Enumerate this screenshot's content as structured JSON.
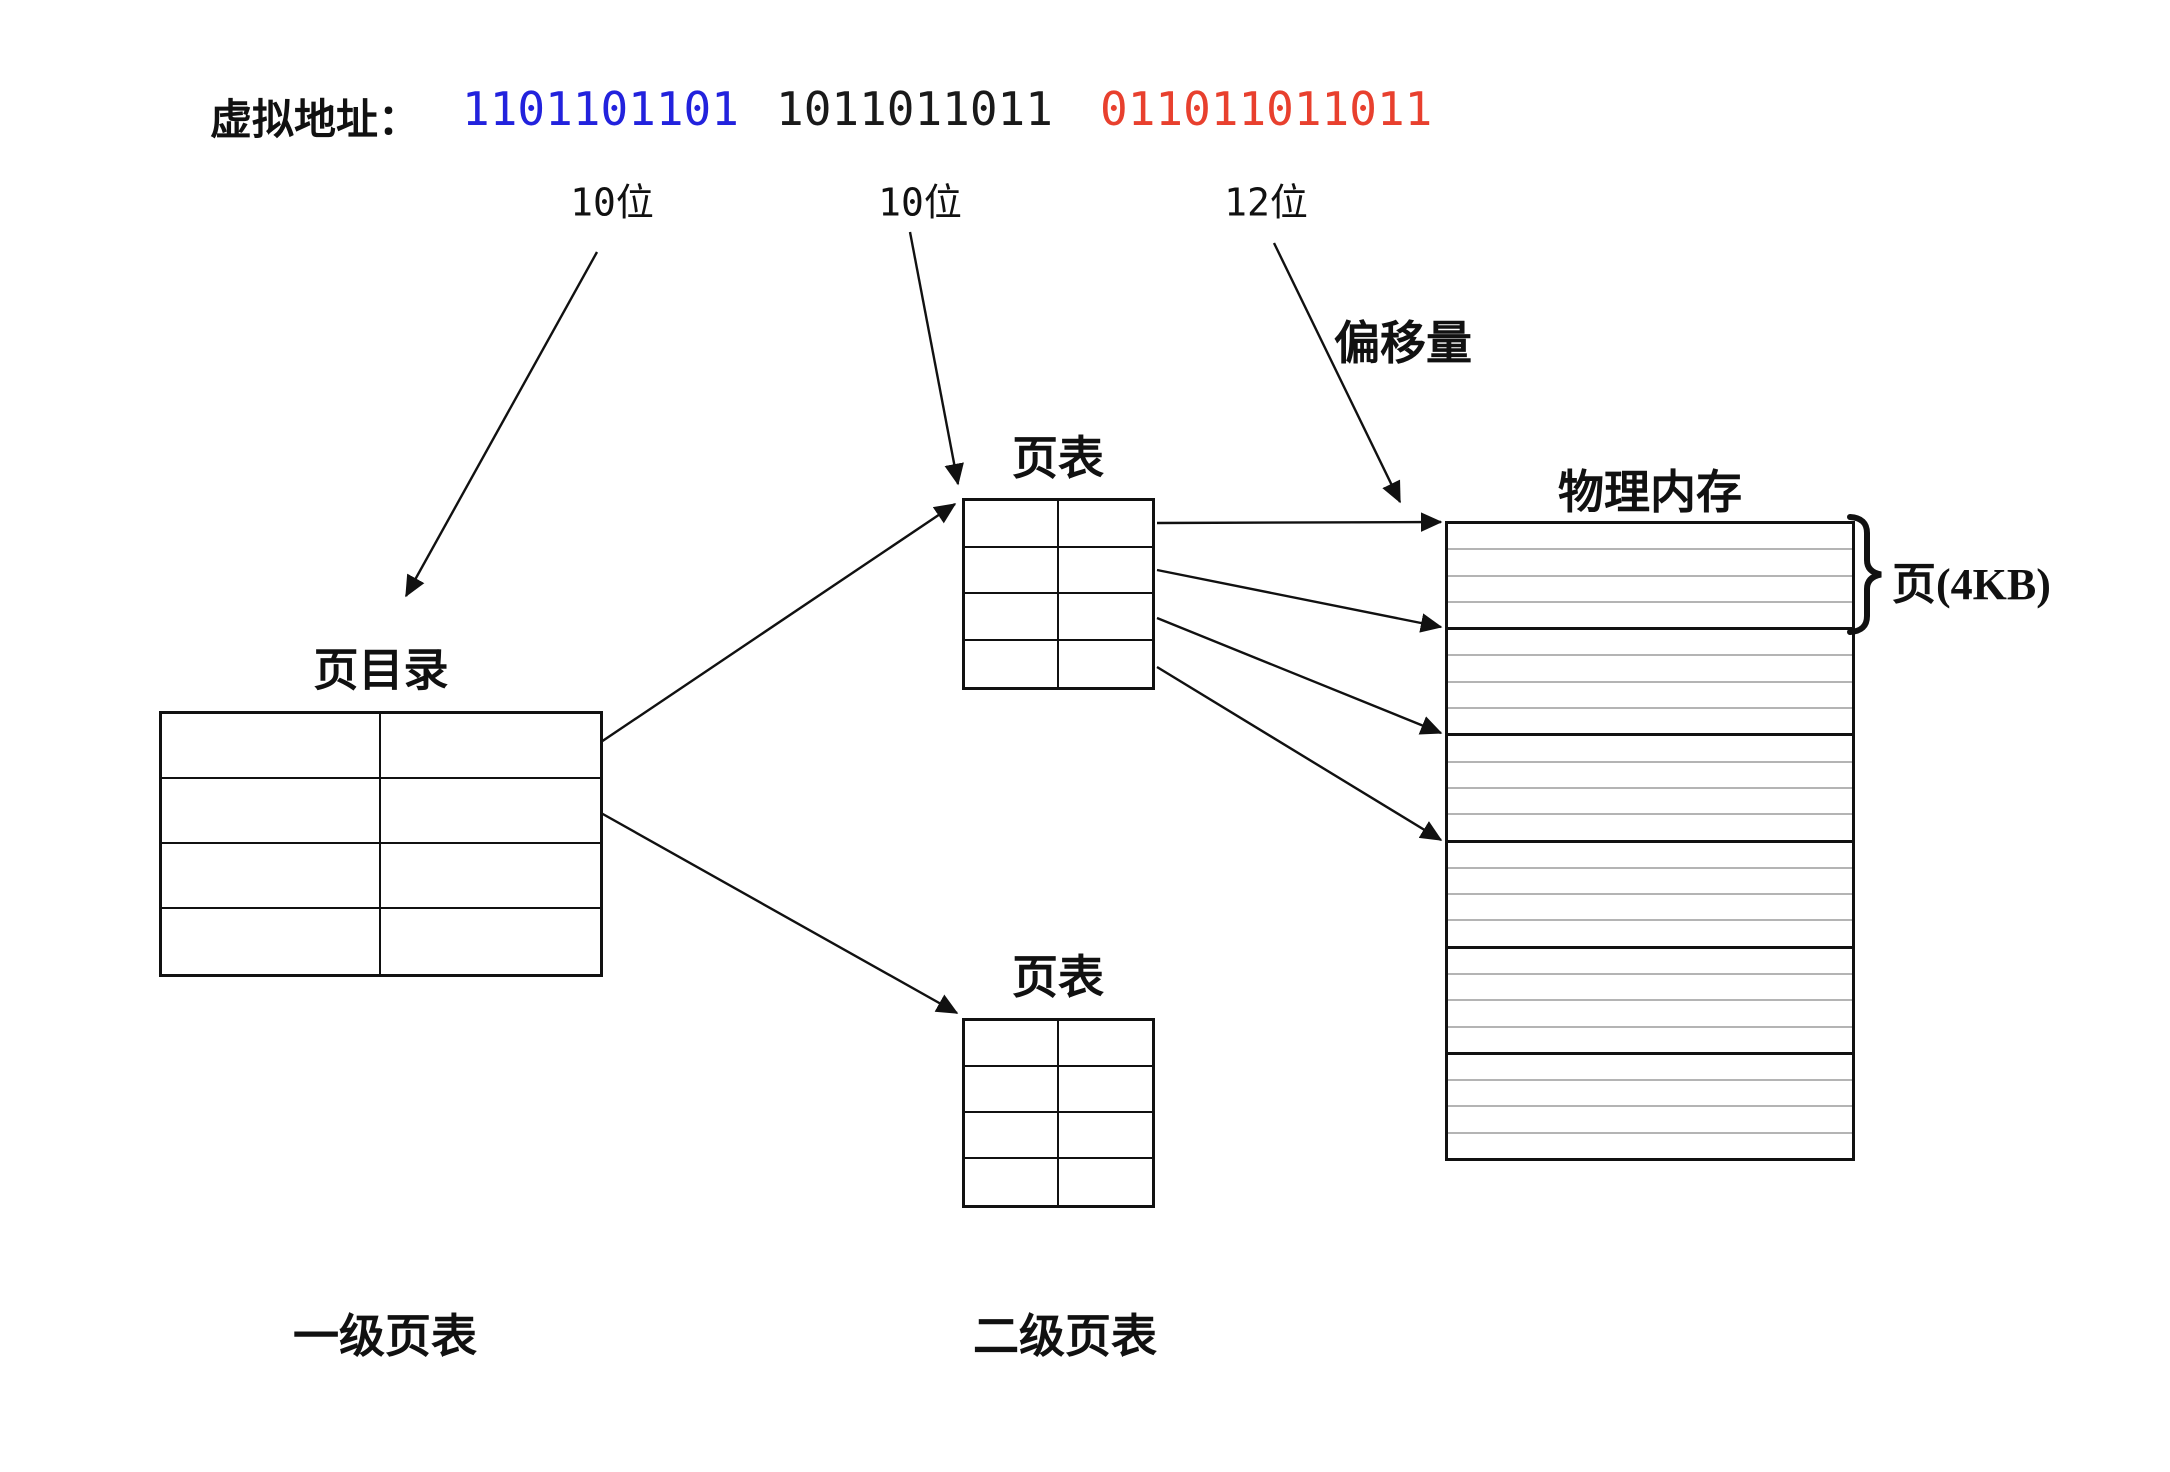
{
  "virtual_address": {
    "label": "虚拟地址：",
    "groups": [
      {
        "bits": "1101101101",
        "color": "#2222dd",
        "width_label": "10位"
      },
      {
        "bits": "1011011011",
        "color": "#1a1a1a",
        "width_label": "10位"
      },
      {
        "bits": "011011011011",
        "color": "#e8402e",
        "width_label": "12位"
      }
    ]
  },
  "offset_label": "偏移量",
  "page_directory": {
    "title": "页目录",
    "rows": 4,
    "cols": 2
  },
  "page_tables": {
    "title": "页表",
    "count": 2,
    "rows": 4,
    "cols": 2
  },
  "physical_memory": {
    "title": "物理内存",
    "page_size_label": "页(4KB)",
    "pages": 6,
    "rows_per_page": 4
  },
  "captions": {
    "level1": "一级页表",
    "level2": "二级页表"
  },
  "colors": {
    "address_high_bits": "#2222dd",
    "address_mid_bits": "#1a1a1a",
    "address_offset_bits": "#e8402e",
    "text": "#111111",
    "grid_line_gray": "#b4b4b4"
  }
}
